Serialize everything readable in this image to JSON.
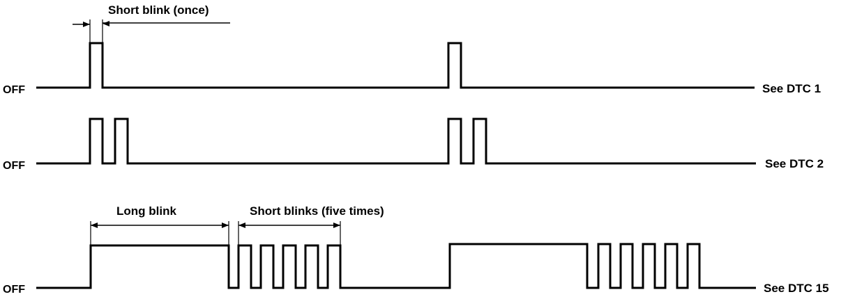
{
  "rows": [
    {
      "off_label": "OFF",
      "dtc_label": "See DTC 1",
      "annotations": [
        {
          "text": "Short blink (once)"
        }
      ]
    },
    {
      "off_label": "OFF",
      "dtc_label": "See DTC 2",
      "annotations": []
    },
    {
      "off_label": "OFF",
      "dtc_label": "See DTC 15",
      "annotations": [
        {
          "text": "Long blink"
        },
        {
          "text": "Short blinks (five times)"
        }
      ]
    }
  ]
}
